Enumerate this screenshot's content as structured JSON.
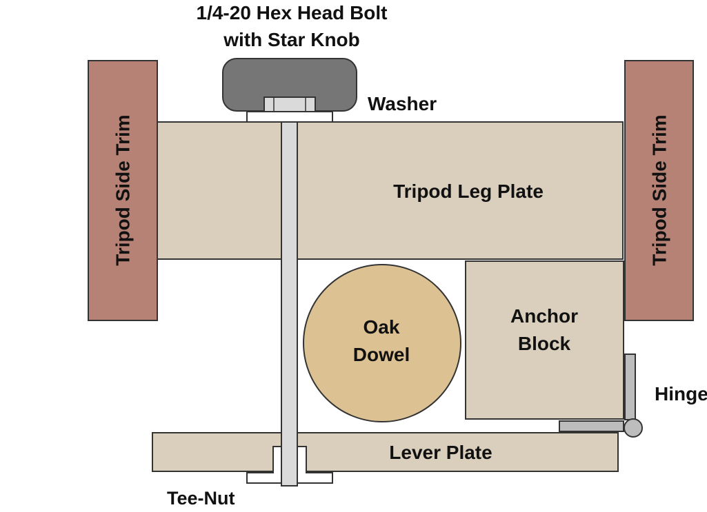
{
  "colors": {
    "trim": "#b68275",
    "wood": "#d9cfbc",
    "dowel": "#dcc193",
    "knob": "#767676",
    "metal": "#dadada",
    "outline": "#333333"
  },
  "labels": {
    "bolt_line1": "1/4-20 Hex Head Bolt",
    "bolt_line2": "with Star Knob",
    "washer": "Washer",
    "leg_plate": "Tripod Leg Plate",
    "side_trim_left": "Tripod Side Trim",
    "side_trim_right": "Tripod Side Trim",
    "dowel_line1": "Oak",
    "dowel_line2": "Dowel",
    "anchor_line1": "Anchor",
    "anchor_line2": "Block",
    "hinge": "Hinge",
    "lever_plate": "Lever Plate",
    "tee_nut": "Tee-Nut"
  }
}
